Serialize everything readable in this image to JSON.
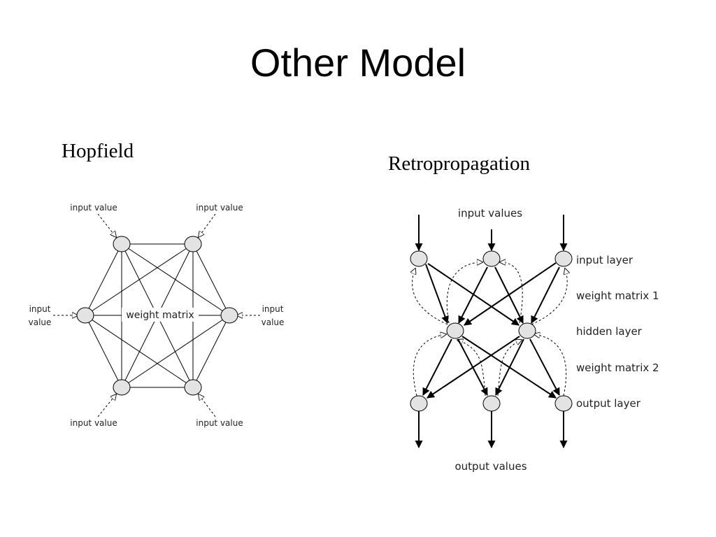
{
  "title": "Other Model",
  "hopfield": {
    "heading": "Hopfield",
    "center_label": "weight matrix",
    "input_top_left": "input value",
    "input_top_right": "input value",
    "input_bottom_left": "input value",
    "input_bottom_right": "input value",
    "input_left_line1": "input",
    "input_left_line2": "value",
    "input_right_line1": "input",
    "input_right_line2": "value"
  },
  "retro": {
    "heading": "Retropropagation",
    "input_values": "input values",
    "output_values": "output values",
    "layers": [
      "input layer",
      "weight matrix 1",
      "hidden layer",
      "weight matrix 2",
      "output layer"
    ]
  },
  "colors": {
    "node_fill": "#e3e3e3",
    "stroke": "#000000",
    "text": "#222222"
  }
}
